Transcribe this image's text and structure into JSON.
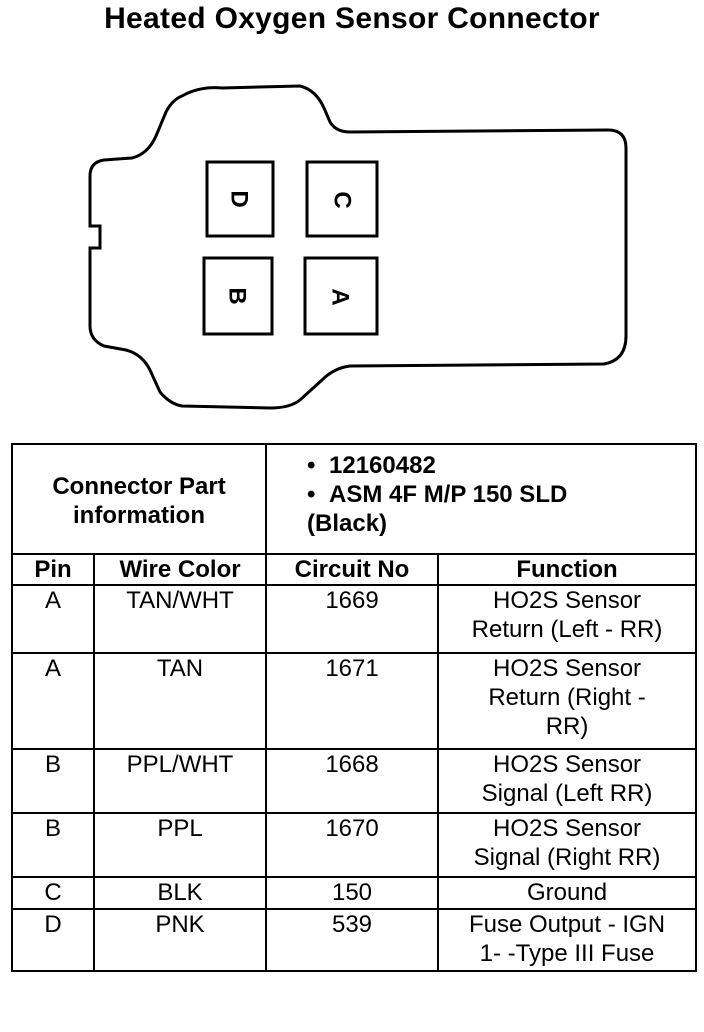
{
  "title": "Heated Oxygen Sensor Connector",
  "connector": {
    "pins": [
      {
        "label": "D"
      },
      {
        "label": "C"
      },
      {
        "label": "B"
      },
      {
        "label": "A"
      }
    ]
  },
  "part_info": {
    "label_line1": "Connector Part",
    "label_line2": "information",
    "items": [
      "12160482",
      "ASM 4F M/P 150 SLD"
    ],
    "continuation": "(Black)"
  },
  "table": {
    "headers": [
      "Pin",
      "Wire Color",
      "Circuit No",
      "Function"
    ],
    "rows": [
      {
        "pin": "A",
        "wire": "TAN/WHT",
        "circuit": "1669",
        "function": [
          "HO2S Sensor",
          "Return (Left - RR)"
        ]
      },
      {
        "pin": "A",
        "wire": "TAN",
        "circuit": "1671",
        "function": [
          "HO2S Sensor",
          "Return (Right -",
          "RR)"
        ]
      },
      {
        "pin": "B",
        "wire": "PPL/WHT",
        "circuit": "1668",
        "function": [
          "HO2S Sensor",
          "Signal (Left RR)"
        ]
      },
      {
        "pin": "B",
        "wire": "PPL",
        "circuit": "1670",
        "function": [
          "HO2S Sensor",
          "Signal (Right RR)"
        ]
      },
      {
        "pin": "C",
        "wire": "BLK",
        "circuit": "150",
        "function": [
          "Ground"
        ]
      },
      {
        "pin": "D",
        "wire": "PNK",
        "circuit": "539",
        "function": [
          "Fuse Output - IGN",
          "1- -Type III Fuse"
        ]
      }
    ]
  }
}
